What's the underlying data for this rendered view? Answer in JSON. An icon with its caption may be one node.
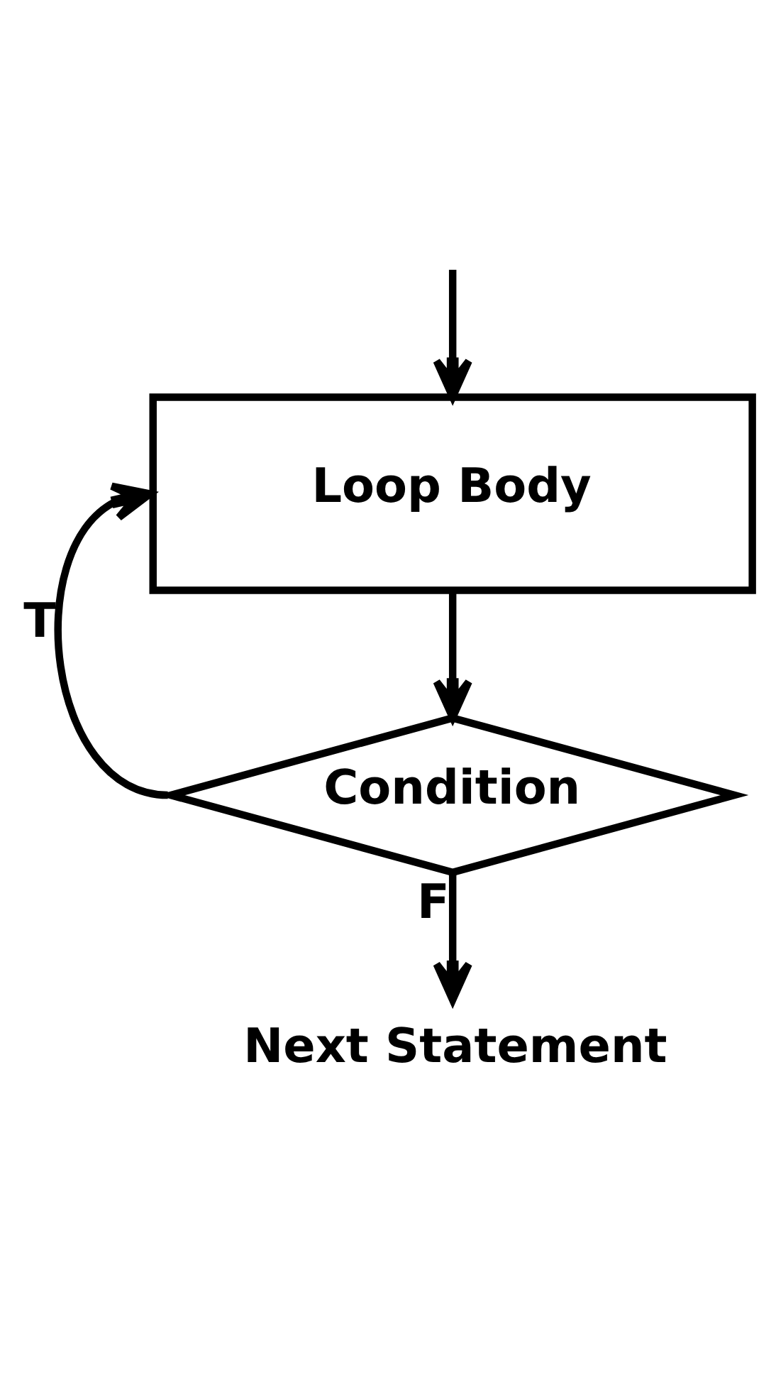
{
  "diagram": {
    "nodes": [
      {
        "text": [
          "Loop Body"
        ]
      },
      {
        "text": [
          "Condition"
        ]
      },
      {
        "text": [
          "Next Statement"
        ]
      }
    ],
    "edges": [
      {
        "from": null,
        "to": 0,
        "arrow": "to"
      },
      {
        "from": 0,
        "to": 1,
        "arrow": "to"
      },
      {
        "from": 1,
        "to": 0,
        "label": "T",
        "arrow": "to"
      },
      {
        "from": 1,
        "to": 2,
        "label": "F",
        "arrow": "to"
      }
    ]
  }
}
